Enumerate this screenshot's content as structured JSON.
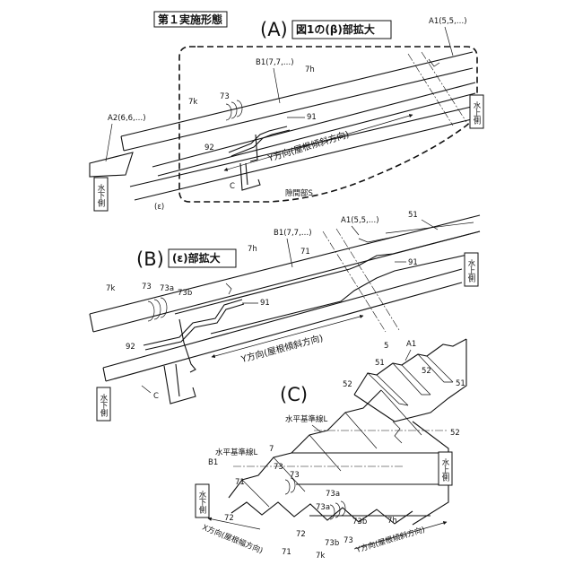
{
  "header": {
    "embodiment_title": "第１実施形態"
  },
  "panel_a": {
    "letter": "(A)",
    "title": "図1の(β)部拡大",
    "labels": {
      "a1": "A1(5,5,…)",
      "b1": "B1(7,7,…)",
      "l7h": "7h",
      "l7k": "7k",
      "l73": "73",
      "l91": "91",
      "l92": "92",
      "a2": "A2(6,6,…)",
      "c": "C",
      "y_dir": "Y方向(屋根傾斜方向)",
      "gap": "隙間部S",
      "epsilon": "(ε)"
    },
    "side_up": "水上側",
    "side_down": "水下側"
  },
  "panel_b": {
    "letter": "(B)",
    "title": "(ε)部拡大",
    "labels": {
      "a1": "A1(5,5,…)",
      "l51": "51",
      "b1": "B1(7,7,…)",
      "l7h": "7h",
      "l71": "71",
      "l91a": "91",
      "l7k": "7k",
      "l73": "73",
      "l73a": "73a",
      "l73b": "73b",
      "l91b": "91",
      "l92": "92",
      "c": "C",
      "y_dir": "Y方向(屋根傾斜方向)"
    },
    "side_up": "水上側",
    "side_down": "水下側"
  },
  "panel_c": {
    "letter": "(C)",
    "labels": {
      "l5": "5",
      "a1": "A1",
      "l51a": "51",
      "l52a": "52",
      "l52b": "52",
      "l51b": "51",
      "l52c": "52",
      "horiz1": "水平基準線L",
      "horiz2": "水平基準線L",
      "l7": "7",
      "b1": "B1",
      "l71a": "71",
      "l73a": "73",
      "l73b": "73",
      "l73a2": "73a",
      "l73a3": "73a",
      "l73b2": "73b",
      "l73b3": "73b",
      "l73c": "73",
      "l72a": "72",
      "l72b": "72",
      "l71b": "71",
      "l7k": "7k",
      "l7h": "7h",
      "x_dir": "X方向(屋根幅方向)",
      "y_dir": "Y方向(屋根傾斜方向)"
    },
    "side_up": "水上側",
    "side_down": "水下側"
  }
}
